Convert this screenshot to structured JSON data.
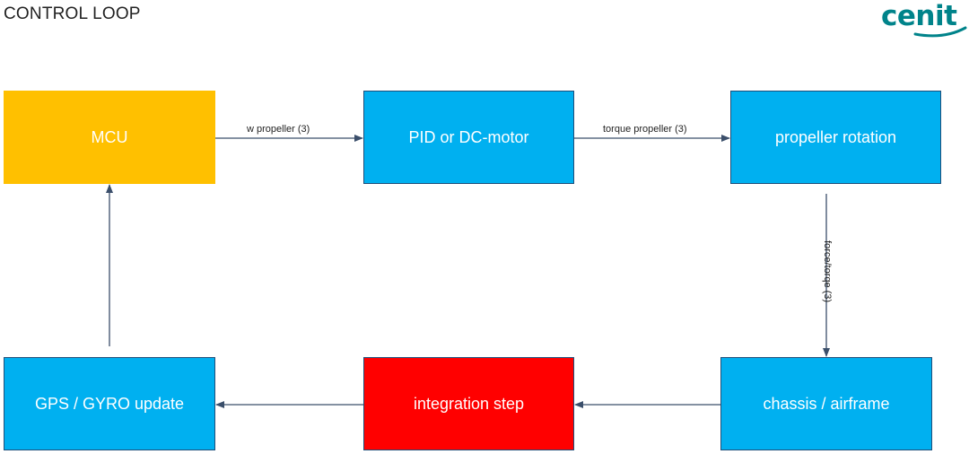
{
  "slide": {
    "title": "CONTROL LOOP",
    "logo_text": "cenit"
  },
  "blocks": {
    "mcu": "MCU",
    "pid": "PID or DC-motor",
    "propeller": "propeller rotation",
    "chassis": "chassis / airframe",
    "integration": "integration step",
    "gps": "GPS / GYRO update"
  },
  "edges": {
    "mcu_to_pid": "w propeller (3)",
    "pid_to_propeller": "torque propeller (3)",
    "propeller_to_chassis": "force/torqe (3)"
  },
  "colors": {
    "mcu": "#ffc000",
    "blue_block": "#00b0f0",
    "integration": "#ff0000",
    "arrow": "#3b4f6b",
    "logo": "#00838a"
  }
}
